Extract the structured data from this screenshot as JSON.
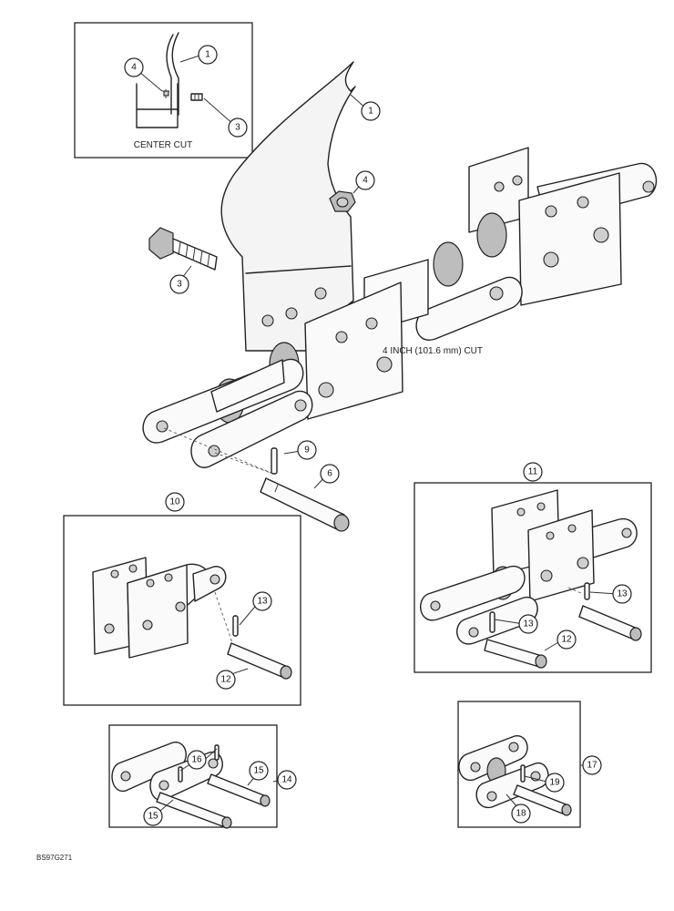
{
  "labels": {
    "center_cut": "CENTER CUT",
    "cut_4inch": "4 INCH (101.6 mm) CUT",
    "figure_id": "BS97G271"
  },
  "callouts": [
    "1",
    "1",
    "3",
    "4",
    "4",
    "3",
    "9",
    "6",
    "10",
    "11",
    "13",
    "13",
    "12",
    "12",
    "16",
    "15",
    "14",
    "15",
    "17",
    "19",
    "18"
  ]
}
